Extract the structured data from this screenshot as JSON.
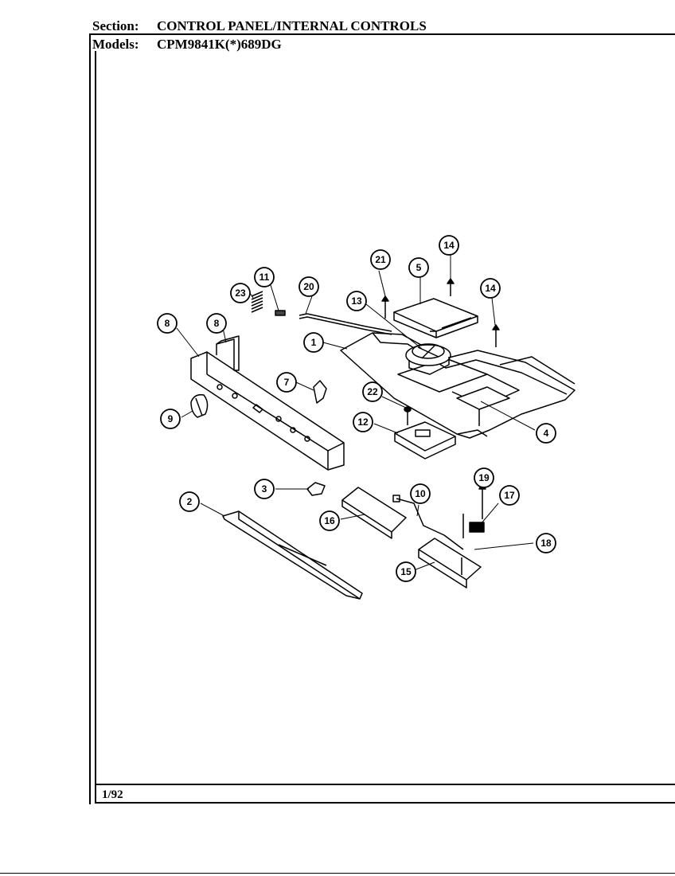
{
  "header": {
    "section_label": "Section:",
    "section_value": "CONTROL PANEL/INTERNAL CONTROLS",
    "models_label": "Models:",
    "models_value": "CPM9841K(*)689DG"
  },
  "footer": {
    "date": "1/92"
  },
  "callouts": [
    "1",
    "2",
    "3",
    "4",
    "5",
    "7",
    "8",
    "8",
    "9",
    "10",
    "11",
    "12",
    "13",
    "14",
    "14",
    "15",
    "16",
    "17",
    "18",
    "19",
    "20",
    "21",
    "22",
    "23"
  ]
}
